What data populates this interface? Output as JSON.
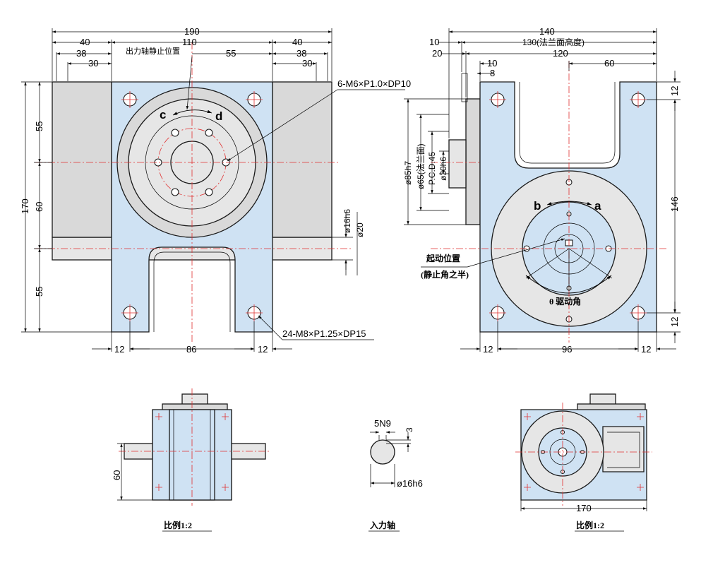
{
  "front_view": {
    "dim_top_total": "190",
    "dim_top_inner": "110",
    "dim_left_40": "40",
    "dim_left_38": "38",
    "dim_left_30": "30",
    "dim_right_40": "40",
    "dim_right_38": "38",
    "dim_right_30": "30",
    "dim_55_right": "55",
    "dim_height_170": "170",
    "dim_55_upper": "55",
    "dim_60_mid": "60",
    "dim_55_lower": "55",
    "dim_bottom_12_left": "12",
    "dim_bottom_86": "86",
    "dim_bottom_12_right": "12",
    "dim_shaft_16h6": "ø16h6",
    "dim_shaft_20": "ø20",
    "note_output_stop": "出力轴静止位置",
    "callout_tapped_top": "6-M6×P1.0×DP10",
    "callout_tapped_bottom": "24-M8×P1.25×DP15",
    "label_c": "c",
    "label_d": "d"
  },
  "side_view": {
    "dim_top_140": "140",
    "dim_top_130": "130(法兰面高度)",
    "dim_top_120": "120",
    "dim_10_left": "10",
    "dim_20_left": "20",
    "dim_10_small": "10",
    "dim_8_small": "8",
    "dim_60": "60",
    "dim_12_top_right": "12",
    "dim_146": "146",
    "dim_12_bottom_right": "12",
    "dim_bottom_12_left": "12",
    "dim_bottom_96": "96",
    "dim_bottom_12_right": "12",
    "dim_d85": "ø85h7",
    "dim_d65": "ø65(法兰面)",
    "dim_pcd": "P.C.D.45",
    "dim_d30": "ø30h6",
    "note_start_pos_1": "起动位置",
    "note_start_pos_2": "(静止角之半)",
    "label_b": "b",
    "label_a": "a",
    "note_drive_angle": "θ 驱动角"
  },
  "bottom_left": {
    "dim_60": "60",
    "caption": "比例1:2"
  },
  "bottom_middle": {
    "dim_5n9": "5N9",
    "dim_3": "3",
    "dim_16h6": "ø16h6",
    "caption": "入力轴"
  },
  "bottom_right": {
    "dim_170": "170",
    "caption": "比例1:2"
  },
  "colors": {
    "body_fill": "#cfe2f3",
    "part_grey": "#d9d9d9",
    "center_line": "#e03030"
  }
}
